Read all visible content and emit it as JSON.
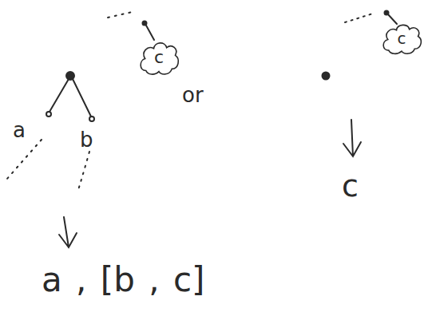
{
  "diagram": {
    "nodes": [
      {
        "text": [
          "c"
        ]
      },
      {
        "text": [
          "c"
        ]
      }
    ],
    "labels": [
      "a",
      "b",
      "or",
      "a , [b , c]",
      "c"
    ]
  }
}
